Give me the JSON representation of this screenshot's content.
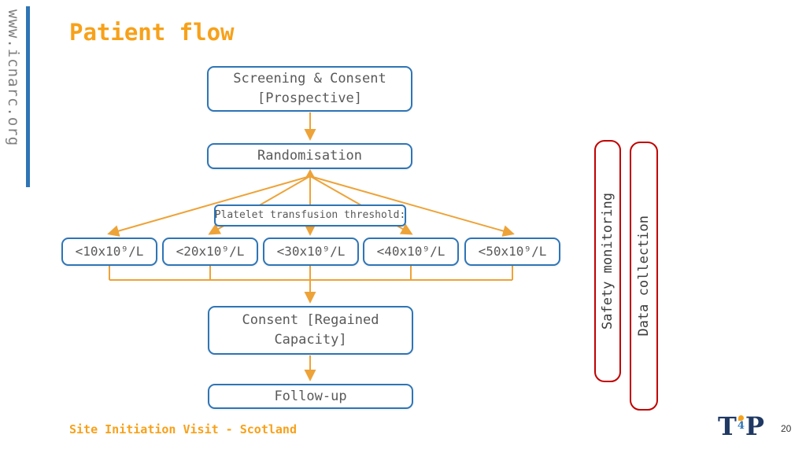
{
  "page": {
    "title": "Patient flow",
    "site_url": "www.icnarc.org",
    "footer_note": "Site Initiation Visit - Scotland",
    "page_number": "20"
  },
  "flowchart": {
    "nodes": {
      "screening": "Screening & Consent [Prospective]",
      "randomisation": "Randomisation",
      "threshold_label": "Platelet transfusion threshold:",
      "consent_regained": "Consent [Regained Capacity]",
      "follow_up": "Follow-up"
    },
    "thresholds": [
      "<10x10⁹/L",
      "<20x10⁹/L",
      "<30x10⁹/L",
      "<40x10⁹/L",
      "<50x10⁹/L"
    ]
  },
  "side_panels": [
    {
      "label": "Safety monitoring"
    },
    {
      "label": "Data collection"
    }
  ],
  "logo": {
    "left": "T",
    "mid": "4",
    "right": "P"
  },
  "colors": {
    "title_orange": "#f7a11a",
    "box_border_blue": "#2e75b6",
    "box_text_gray": "#595959",
    "arrow_orange": "#eda338",
    "panel_border_red": "#c00000",
    "accent_bar_blue": "#2e75b6"
  }
}
